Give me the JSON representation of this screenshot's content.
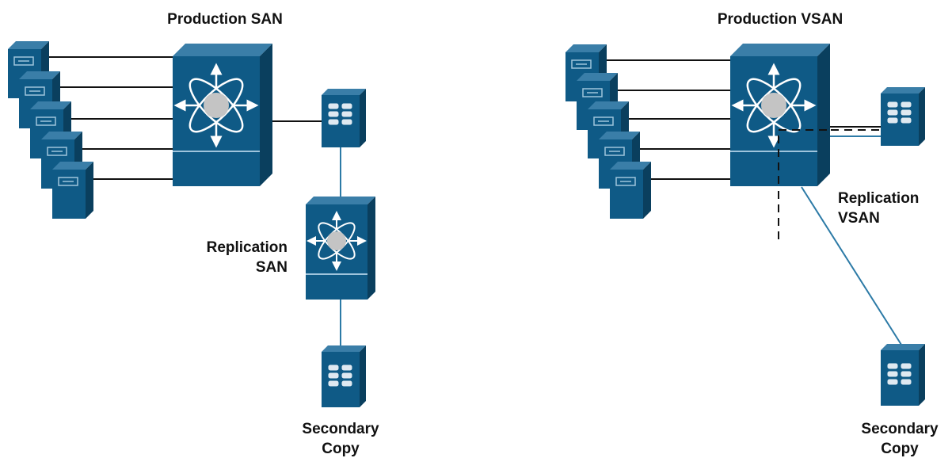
{
  "diagram": {
    "left": {
      "title": "Production SAN",
      "replication_label": [
        "Replication",
        "SAN"
      ],
      "secondary_label": [
        "Secondary",
        "Copy"
      ]
    },
    "right": {
      "title": "Production VSAN",
      "replication_label": [
        "Replication",
        "VSAN"
      ],
      "secondary_label": [
        "Secondary",
        "Copy"
      ]
    }
  },
  "colors": {
    "device_front": "#0f5a86",
    "device_side": "#0a3f5e",
    "device_top": "#3a7ea8",
    "device_edge": "#9fc4dc",
    "hub": "#c4c4c4",
    "link_teal": "#2c7aa6",
    "link_black": "#111111"
  },
  "icons": {
    "host_servers": "server-icon",
    "director_switch": "fabric-switch-icon",
    "storage_array": "disk-array-icon"
  }
}
